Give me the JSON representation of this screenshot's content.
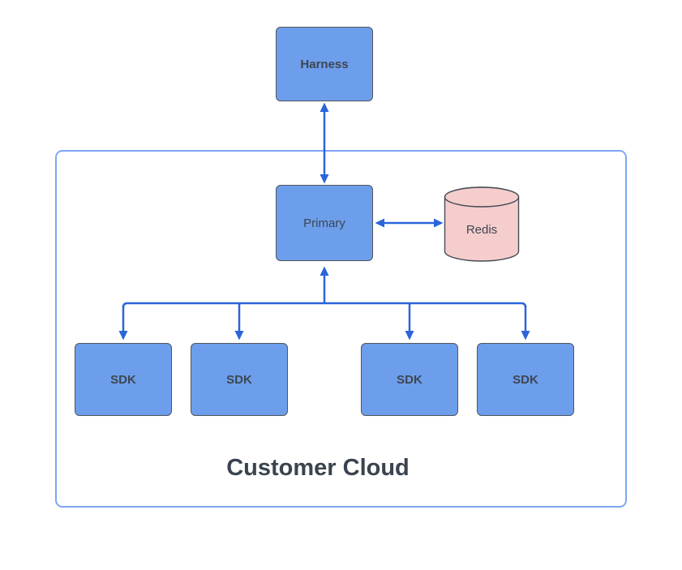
{
  "diagram": {
    "nodes": {
      "harness": {
        "label": "Harness"
      },
      "primary": {
        "label": "Primary"
      },
      "redis": {
        "label": "Redis"
      },
      "sdks": [
        {
          "label": "SDK"
        },
        {
          "label": "SDK"
        },
        {
          "label": "SDK"
        },
        {
          "label": "SDK"
        }
      ]
    },
    "container": {
      "label": "Customer Cloud"
    },
    "edges": [
      {
        "from": "Harness",
        "to": "Primary",
        "direction": "bidirectional"
      },
      {
        "from": "Primary",
        "to": "Redis",
        "direction": "bidirectional"
      },
      {
        "from": "Primary",
        "to": "SDK",
        "direction": "fan-out",
        "branches": 4
      }
    ]
  },
  "colors": {
    "node-fill": "#6d9eeb",
    "node-border": "#50555c",
    "node-text": "#3e4650",
    "redis-fill": "#f5cdcd",
    "redis-border": "#454b54",
    "arrow": "#2b65db",
    "container-border": "#7ea6f3",
    "title-text": "#3a434f",
    "canvas-bg": "#ffffff"
  }
}
